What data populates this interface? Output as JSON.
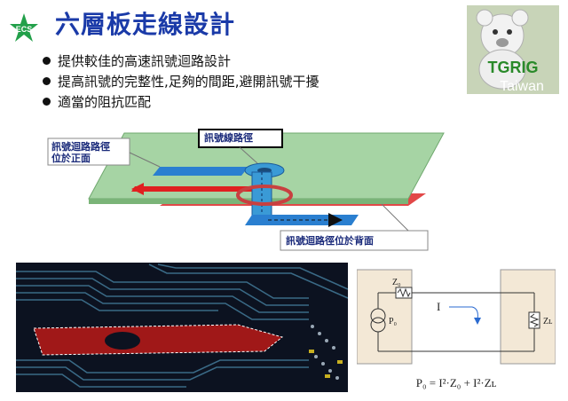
{
  "header": {
    "logo_text": "ECS",
    "title": "六層板走線設計"
  },
  "bullets": [
    "提供較佳的高速訊號迴路設計",
    "提高訊號的完整性,足夠的間距,避開訊號干擾",
    "適當的阻抗匹配"
  ],
  "badge": {
    "brand": "TGRIG",
    "region": "Taiwan"
  },
  "diagram": {
    "label_front": [
      "訊號迴路路徑",
      "位於正面"
    ],
    "label_trace": "訊號線路徑",
    "label_back": "訊號迴路徑位於背面",
    "colors": {
      "board": "#a6d4a4",
      "trace": "#2a7fd0",
      "return": "#e02020",
      "via": "#3a9ad6"
    }
  },
  "circuit": {
    "source_label": "P₀",
    "z0_label": "Z₀",
    "zl_label": "Zʟ",
    "current_label": "I",
    "formula": "P₀ = I²·Z₀ + I²·Zʟ"
  },
  "pcb_image": {
    "colors": {
      "bg": "#0c1220",
      "trace": "#3a6a86",
      "region": "#a01818"
    }
  }
}
